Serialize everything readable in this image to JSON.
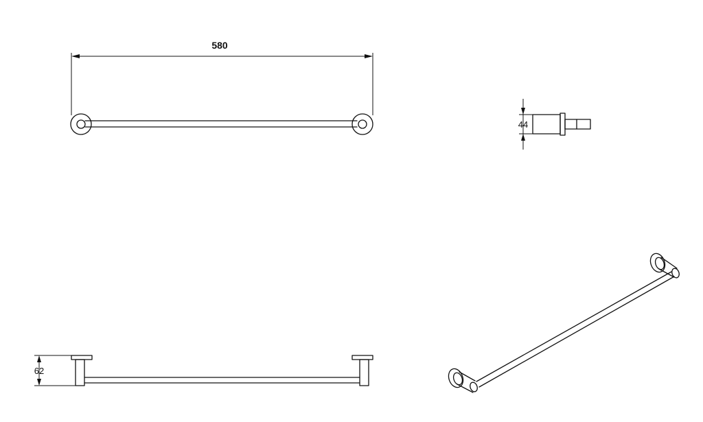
{
  "drawing": {
    "top_view": {
      "length_dimension": "580"
    },
    "side_view": {
      "depth_dimension": "44"
    },
    "front_view": {
      "height_dimension": "62"
    },
    "colors": {
      "line": "#111111",
      "background": "#ffffff"
    }
  }
}
